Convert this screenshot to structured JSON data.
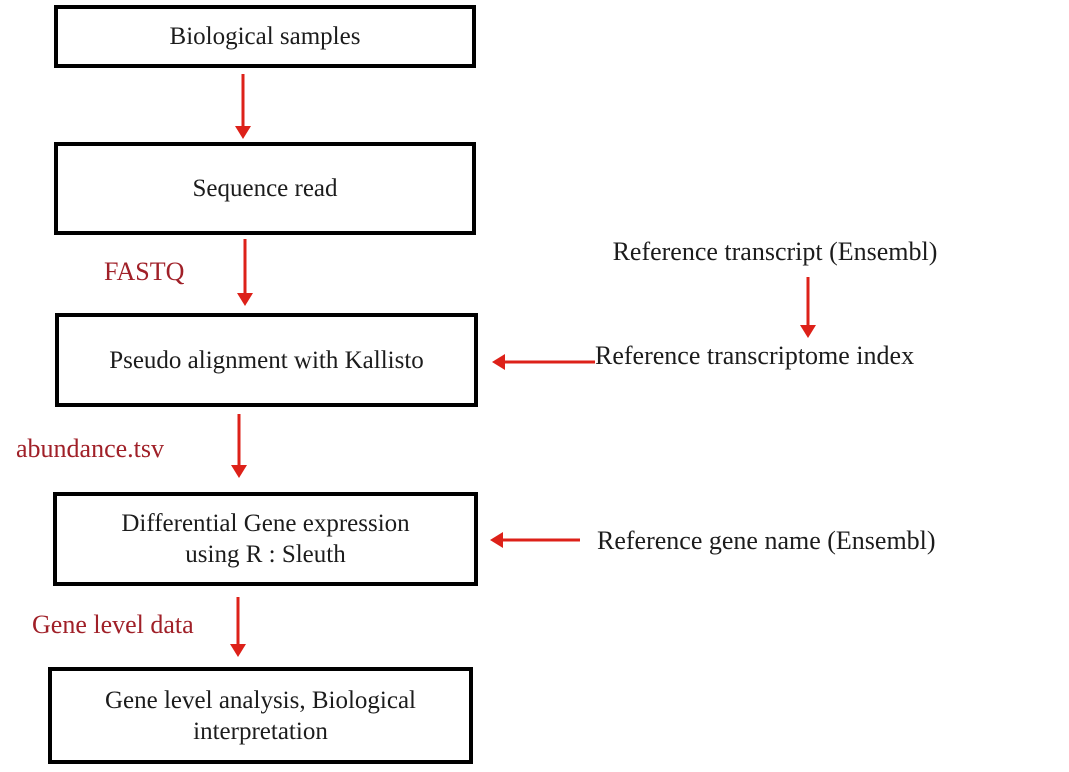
{
  "colors": {
    "arrow_red": "#dd2119",
    "label_red": "#a02028",
    "box_border": "#000000",
    "text": "#1c1c1c",
    "background": "#ffffff"
  },
  "diagram": {
    "boxes": [
      {
        "id": "biological-samples",
        "label": "Biological samples",
        "lines": [
          "Biological samples"
        ]
      },
      {
        "id": "sequence-read",
        "label": "Sequence read",
        "lines": [
          "Sequence read"
        ]
      },
      {
        "id": "pseudo-alignment",
        "label": "Pseudo alignment with Kallisto",
        "lines": [
          "Pseudo alignment with Kallisto"
        ]
      },
      {
        "id": "differential-expression",
        "label": "Differential Gene expression using R : Sleuth",
        "lines": [
          "Differential Gene expression",
          "using R : Sleuth"
        ]
      },
      {
        "id": "gene-level-analysis",
        "label": "Gene level analysis, Biological interpretation",
        "lines": [
          "Gene level analysis, Biological",
          "interpretation"
        ]
      }
    ],
    "edge_labels": [
      {
        "id": "fastq",
        "label": "FASTQ"
      },
      {
        "id": "abundance-tsv",
        "label": "abundance.tsv"
      },
      {
        "id": "gene-level-data",
        "label": "Gene level data"
      }
    ],
    "side_labels": [
      {
        "id": "reference-transcript",
        "label": "Reference transcript (Ensembl)"
      },
      {
        "id": "reference-transcriptome-index",
        "label": "Reference transcriptome index"
      },
      {
        "id": "reference-gene-name",
        "label": "Reference gene name (Ensembl)"
      }
    ]
  }
}
